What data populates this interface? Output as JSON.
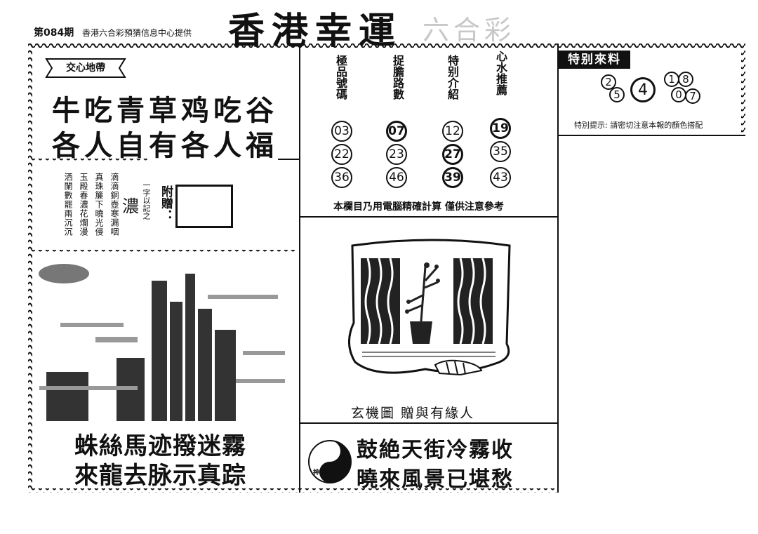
{
  "header": {
    "issue": "第084期",
    "subtitle": "香港六合彩預猜信息中心提供",
    "title": "香港幸運",
    "faded_title": "六合彩"
  },
  "left_panel": {
    "heart_label": "交心地帶",
    "poem_line1": "牛吃青草鸡吃谷",
    "poem_line2": "各人自有各人福",
    "vertical_poem_cols": [
      "滴滴銅壺寒漏咽",
      "真珠簾下曉光侵",
      "玉殿春濃花爛漫",
      "洒闌數罷兩沉沉"
    ],
    "nong": "濃",
    "hint": "一字以記之",
    "fuzeng": "附贈：",
    "collage_alt": "decorative collage image",
    "verse_line1": "蛛絲馬迹撥迷霧",
    "verse_line2": "來龍去脉示真踪"
  },
  "number_table": {
    "columns": [
      {
        "header": "極品號碼",
        "numbers": [
          "03",
          "22",
          "36"
        ],
        "bold": [
          false,
          false,
          false
        ]
      },
      {
        "header": "捉膽路數",
        "numbers": [
          "07",
          "23",
          "46"
        ],
        "bold": [
          true,
          false,
          false
        ]
      },
      {
        "header": "特别介紹",
        "numbers": [
          "12",
          "27",
          "39"
        ],
        "bold": [
          false,
          true,
          true
        ]
      },
      {
        "header": "心水推薦",
        "numbers": [
          "19",
          "35",
          "43"
        ],
        "bold": [
          true,
          false,
          false
        ]
      }
    ],
    "note": "本欄目乃用電腦精確計算 僅供注意參考"
  },
  "special": {
    "tag": "特别來料",
    "numbers": [
      "2",
      "5",
      "4",
      "1",
      "8",
      "0",
      "7"
    ],
    "note": "特別提示: 請密切注意本報的顏色搭配"
  },
  "mystery": {
    "caption": "玄機圖 贈與有緣人"
  },
  "bottom_right": {
    "badge": "神袋",
    "verse_line1": "鼓絶天街冷霧收",
    "verse_line2": "曉來風景已堪愁"
  }
}
